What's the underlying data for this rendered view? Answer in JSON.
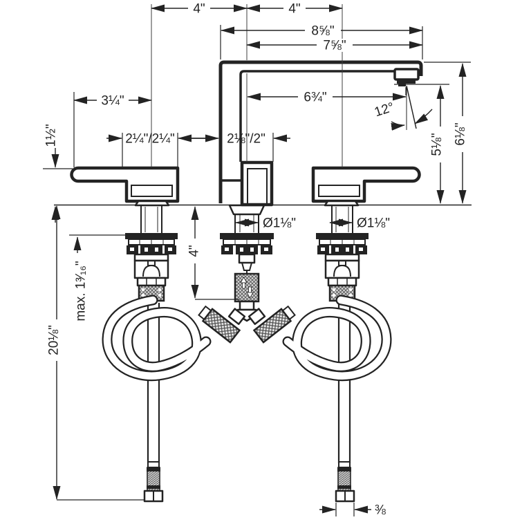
{
  "colors": {
    "background": "#ffffff",
    "ink": "#232323"
  },
  "drawing_type": "faucet-installation-dimension-diagram",
  "dimensions": {
    "spread_left": "4\"",
    "spread_right": "4\"",
    "spout_overall": "8⅝\"",
    "spout_to_outlet": "7⅝\"",
    "aerator_reach": "6¾\"",
    "spray_angle": "12°",
    "handle_length": "3¼\"",
    "handle_height": "1½\"",
    "handle_footprint": "2¼\"/2¼\"",
    "spout_footprint": "2⅛\"/2\"",
    "outlet_height": "5⅛\"",
    "spout_height": "6⅛\"",
    "hole_diameter_center": "Ø1⅛\"",
    "hole_diameter_side": "Ø1⅛\"",
    "shank_clearance": "4\"",
    "max_counter_thickness": "max. 1³⁄₁₆\"",
    "supply_hose_length": "20⅛\"",
    "supply_connection_size": "⅜"
  }
}
